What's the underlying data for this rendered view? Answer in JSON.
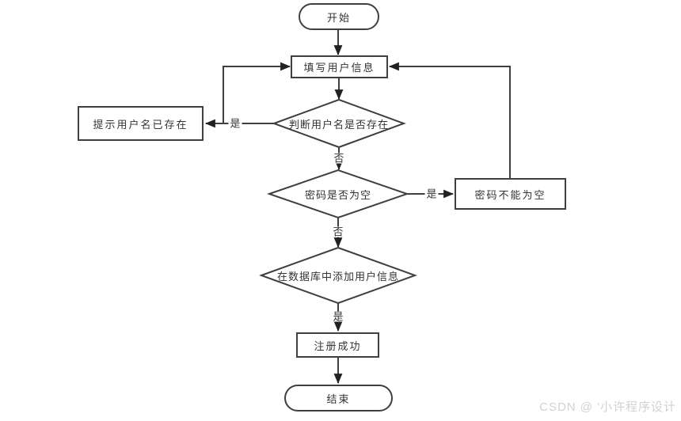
{
  "diagram_type": "flowchart",
  "nodes": {
    "start": {
      "label": "开始",
      "shape": "stadium"
    },
    "fill_user_info": {
      "label": "填写用户信息",
      "shape": "process"
    },
    "check_username_exists": {
      "label": "判断用户名是否存在",
      "shape": "decision"
    },
    "prompt_username_exists": {
      "label": "提示用户名已存在",
      "shape": "process"
    },
    "check_password_empty": {
      "label": "密码是否为空",
      "shape": "decision"
    },
    "password_cannot_be_empty": {
      "label": "密码不能为空",
      "shape": "process"
    },
    "add_user_to_database": {
      "label": "在数据库中添加用户信息",
      "shape": "decision"
    },
    "register_success": {
      "label": "注册成功",
      "shape": "process"
    },
    "end": {
      "label": "结束",
      "shape": "stadium"
    }
  },
  "edges": [
    {
      "from": "start",
      "to": "fill_user_info",
      "label": ""
    },
    {
      "from": "fill_user_info",
      "to": "check_username_exists",
      "label": ""
    },
    {
      "from": "check_username_exists",
      "to": "prompt_username_exists",
      "label": "是"
    },
    {
      "from": "check_username_exists",
      "to": "fill_user_info",
      "label": "是"
    },
    {
      "from": "check_username_exists",
      "to": "check_password_empty",
      "label": "否"
    },
    {
      "from": "check_password_empty",
      "to": "password_cannot_be_empty",
      "label": "是"
    },
    {
      "from": "password_cannot_be_empty",
      "to": "fill_user_info",
      "label": ""
    },
    {
      "from": "check_password_empty",
      "to": "add_user_to_database",
      "label": "否"
    },
    {
      "from": "add_user_to_database",
      "to": "register_success",
      "label": "是"
    },
    {
      "from": "register_success",
      "to": "end",
      "label": ""
    }
  ],
  "watermark": "CSDN @ ′小许程序设计",
  "colors": {
    "line": "#3f3f3f",
    "border": "#3f3f3f",
    "arrow": "#222222",
    "text": "#333333",
    "node_fill": "#ffffff",
    "watermark": "#d2d2d2",
    "background": "#ffffff"
  }
}
